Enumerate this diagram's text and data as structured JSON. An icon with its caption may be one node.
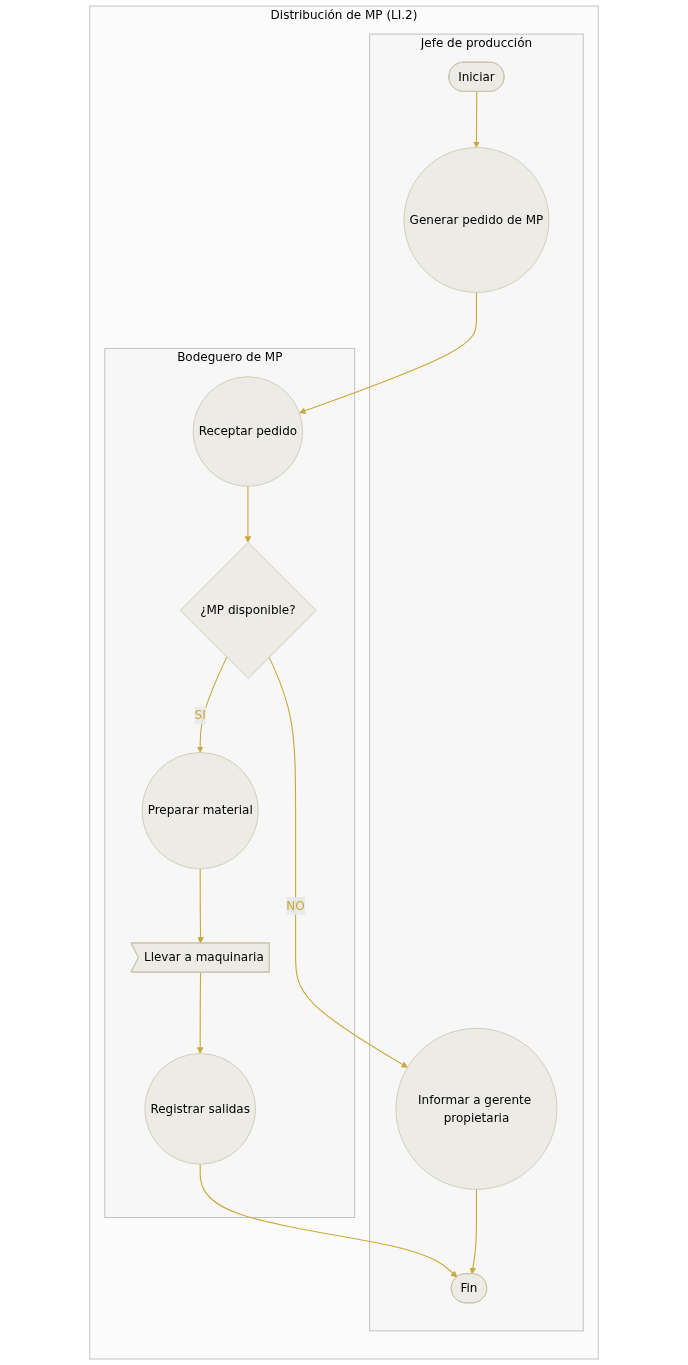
{
  "diagram": {
    "nodes": [
      {
        "text": [
          "Distribución de MP (LI.2)"
        ]
      },
      {
        "text": [
          "Jefe de producción"
        ],
        "in": 0
      },
      {
        "text": [
          "Bodeguero de MP"
        ],
        "in": 0
      },
      {
        "text": [
          "Iniciar"
        ],
        "in": 1
      },
      {
        "text": [
          "Generar pedido de MP"
        ],
        "in": 1
      },
      {
        "text": [
          "Receptar pedido"
        ],
        "in": 2
      },
      {
        "text": [
          "¿MP disponible?"
        ],
        "in": 2
      },
      {
        "text": [
          "Informar a gerente propietaria"
        ],
        "in": 1
      },
      {
        "text": [
          "Preparar material"
        ],
        "in": 2
      },
      {
        "text": [
          "Llevar a maquinaria"
        ],
        "in": 2
      },
      {
        "text": [
          "Registrar salidas"
        ],
        "in": 2
      },
      {
        "text": [
          "Fin"
        ],
        "in": 1
      }
    ],
    "edges": [
      {
        "from": 3,
        "to": 4,
        "arrow": "to"
      },
      {
        "from": 4,
        "to": 5,
        "arrow": "to"
      },
      {
        "from": 5,
        "to": 6,
        "arrow": "to"
      },
      {
        "from": 6,
        "to": 7,
        "label": "NO",
        "arrow": "to"
      },
      {
        "from": 6,
        "to": 8,
        "label": "SI",
        "arrow": "to"
      },
      {
        "from": 8,
        "to": 9,
        "arrow": "to"
      },
      {
        "from": 9,
        "to": 10,
        "arrow": "to"
      },
      {
        "from": 10,
        "to": 11,
        "arrow": "to"
      },
      {
        "from": 7,
        "to": 11,
        "arrow": "to"
      }
    ]
  }
}
